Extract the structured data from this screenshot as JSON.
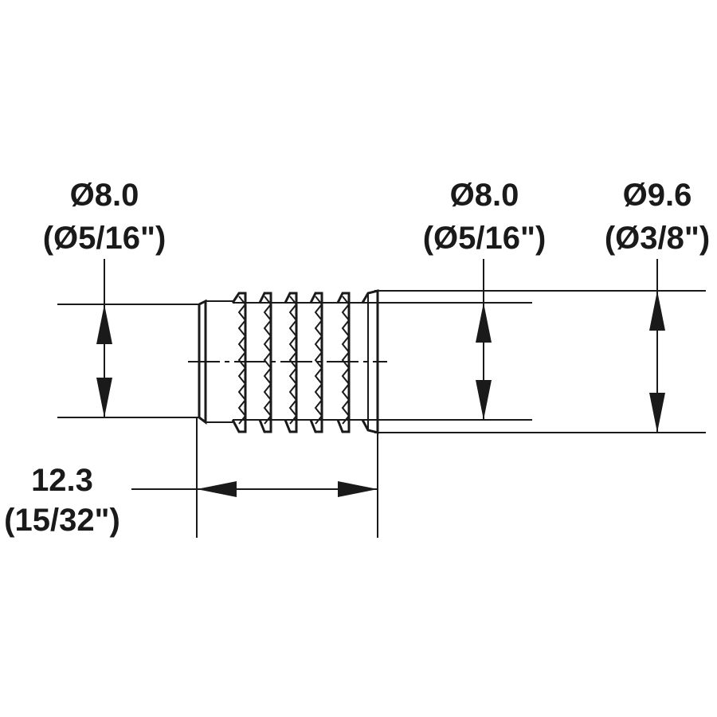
{
  "dimensions": {
    "left_diameter": {
      "metric": "Ø8.0",
      "imperial": "(Ø5/16\")"
    },
    "right_inner_diameter": {
      "metric": "Ø8.0",
      "imperial": "(Ø5/16\")"
    },
    "outer_diameter": {
      "metric": "Ø9.6",
      "imperial": "(Ø3/8\")"
    },
    "length": {
      "metric": "12.3",
      "imperial": "(15/32\")"
    }
  },
  "colors": {
    "ink": "#1a1a1a",
    "background": "#ffffff"
  }
}
